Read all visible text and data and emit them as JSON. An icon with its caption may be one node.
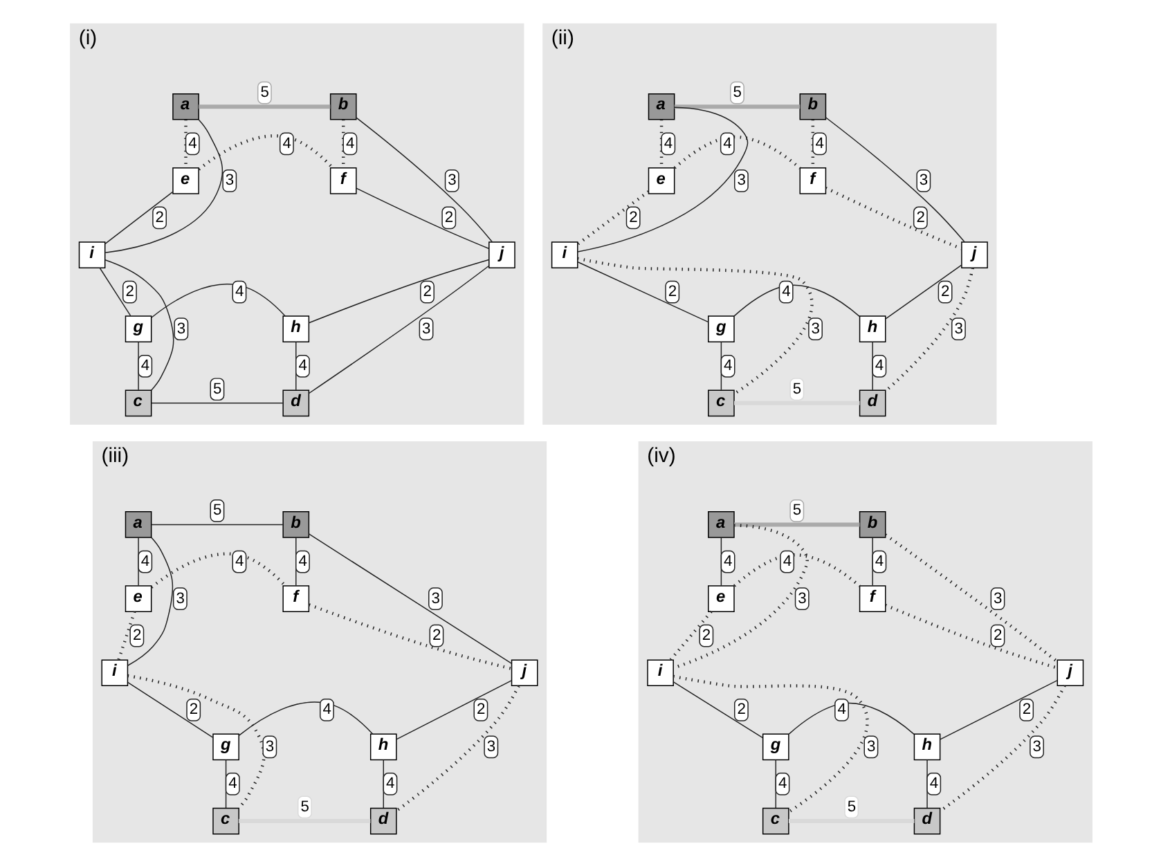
{
  "diagram": {
    "nodes": [
      {
        "text": [
          "(i)"
        ]
      },
      {
        "text": [
          "a"
        ],
        "in": 0
      },
      {
        "text": [
          "b"
        ],
        "in": 0
      },
      {
        "text": [
          "e"
        ],
        "in": 0
      },
      {
        "text": [
          "f"
        ],
        "in": 0
      },
      {
        "text": [
          "i"
        ],
        "in": 0
      },
      {
        "text": [
          "j"
        ],
        "in": 0
      },
      {
        "text": [
          "g"
        ],
        "in": 0
      },
      {
        "text": [
          "h"
        ],
        "in": 0
      },
      {
        "text": [
          "c"
        ],
        "in": 0
      },
      {
        "text": [
          "d"
        ],
        "in": 0
      },
      {
        "text": [
          "(ii)"
        ]
      },
      {
        "text": [
          "a"
        ],
        "in": 11
      },
      {
        "text": [
          "b"
        ],
        "in": 11
      },
      {
        "text": [
          "e"
        ],
        "in": 11
      },
      {
        "text": [
          "f"
        ],
        "in": 11
      },
      {
        "text": [
          "i"
        ],
        "in": 11
      },
      {
        "text": [
          "j"
        ],
        "in": 11
      },
      {
        "text": [
          "g"
        ],
        "in": 11
      },
      {
        "text": [
          "h"
        ],
        "in": 11
      },
      {
        "text": [
          "c"
        ],
        "in": 11
      },
      {
        "text": [
          "d"
        ],
        "in": 11
      },
      {
        "text": [
          "(iii)"
        ]
      },
      {
        "text": [
          "a"
        ],
        "in": 22
      },
      {
        "text": [
          "b"
        ],
        "in": 22
      },
      {
        "text": [
          "e"
        ],
        "in": 22
      },
      {
        "text": [
          "f"
        ],
        "in": 22
      },
      {
        "text": [
          "i"
        ],
        "in": 22
      },
      {
        "text": [
          "j"
        ],
        "in": 22
      },
      {
        "text": [
          "g"
        ],
        "in": 22
      },
      {
        "text": [
          "h"
        ],
        "in": 22
      },
      {
        "text": [
          "c"
        ],
        "in": 22
      },
      {
        "text": [
          "d"
        ],
        "in": 22
      },
      {
        "text": [
          "(iv)"
        ]
      },
      {
        "text": [
          "a"
        ],
        "in": 33
      },
      {
        "text": [
          "b"
        ],
        "in": 33
      },
      {
        "text": [
          "e"
        ],
        "in": 33
      },
      {
        "text": [
          "f"
        ],
        "in": 33
      },
      {
        "text": [
          "i"
        ],
        "in": 33
      },
      {
        "text": [
          "j"
        ],
        "in": 33
      },
      {
        "text": [
          "g"
        ],
        "in": 33
      },
      {
        "text": [
          "h"
        ],
        "in": 33
      },
      {
        "text": [
          "c"
        ],
        "in": 33
      },
      {
        "text": [
          "d"
        ],
        "in": 33
      }
    ],
    "edges": [
      {
        "from": 1,
        "to": 2,
        "arrow": "none",
        "label": "5",
        "style": "thick",
        "color": "#aaaaaa"
      },
      {
        "from": 1,
        "to": 5,
        "arrow": "none",
        "label": "3"
      },
      {
        "from": 1,
        "to": 3,
        "arrow": "none",
        "label": "4",
        "style": "dashed"
      },
      {
        "from": 2,
        "to": 4,
        "arrow": "none",
        "label": "4",
        "style": "dashed"
      },
      {
        "from": 2,
        "to": 6,
        "arrow": "none",
        "label": "3"
      },
      {
        "from": 3,
        "to": 5,
        "arrow": "none",
        "label": "2"
      },
      {
        "from": 3,
        "to": 4,
        "arrow": "none",
        "label": "4",
        "style": "dashed"
      },
      {
        "from": 4,
        "to": 6,
        "arrow": "none",
        "label": "2"
      },
      {
        "from": 5,
        "to": 7,
        "arrow": "none",
        "label": "2"
      },
      {
        "from": 7,
        "to": 8,
        "arrow": "none",
        "label": "4"
      },
      {
        "from": 6,
        "to": 8,
        "arrow": "none",
        "label": "2"
      },
      {
        "from": 7,
        "to": 9,
        "arrow": "none",
        "label": "4"
      },
      {
        "from": 8,
        "to": 10,
        "arrow": "none",
        "label": "4"
      },
      {
        "from": 5,
        "to": 9,
        "arrow": "none",
        "label": "3"
      },
      {
        "from": 9,
        "to": 10,
        "arrow": "none",
        "label": "5"
      },
      {
        "from": 6,
        "to": 10,
        "arrow": "none",
        "label": "3"
      },
      {
        "from": 12,
        "to": 13,
        "arrow": "none",
        "label": "5",
        "style": "thick",
        "color": "#aaaaaa"
      },
      {
        "from": 12,
        "to": 16,
        "arrow": "none",
        "label": "3"
      },
      {
        "from": 12,
        "to": 14,
        "arrow": "none",
        "label": "4",
        "style": "dashed"
      },
      {
        "from": 13,
        "to": 15,
        "arrow": "none",
        "label": "4",
        "style": "dashed"
      },
      {
        "from": 13,
        "to": 17,
        "arrow": "none",
        "label": "3"
      },
      {
        "from": 14,
        "to": 16,
        "arrow": "none",
        "label": "2",
        "style": "dashed"
      },
      {
        "from": 14,
        "to": 15,
        "arrow": "none",
        "label": "4",
        "style": "dashed"
      },
      {
        "from": 15,
        "to": 17,
        "arrow": "none",
        "label": "2",
        "style": "dashed"
      },
      {
        "from": 16,
        "to": 18,
        "arrow": "none",
        "label": "2"
      },
      {
        "from": 18,
        "to": 19,
        "arrow": "none",
        "label": "4"
      },
      {
        "from": 17,
        "to": 19,
        "arrow": "none",
        "label": "2"
      },
      {
        "from": 18,
        "to": 20,
        "arrow": "none",
        "label": "4"
      },
      {
        "from": 19,
        "to": 21,
        "arrow": "none",
        "label": "4"
      },
      {
        "from": 16,
        "to": 20,
        "arrow": "none",
        "label": "3",
        "style": "dashed"
      },
      {
        "from": 20,
        "to": 21,
        "arrow": "none",
        "label": "5",
        "style": "thick",
        "color": "#d9d9d9"
      },
      {
        "from": 17,
        "to": 21,
        "arrow": "none",
        "label": "3",
        "style": "dashed"
      },
      {
        "from": 23,
        "to": 24,
        "arrow": "none",
        "label": "5"
      },
      {
        "from": 23,
        "to": 27,
        "arrow": "none",
        "label": "3"
      },
      {
        "from": 23,
        "to": 25,
        "arrow": "none",
        "label": "4"
      },
      {
        "from": 24,
        "to": 26,
        "arrow": "none",
        "label": "4"
      },
      {
        "from": 24,
        "to": 28,
        "arrow": "none",
        "label": "3"
      },
      {
        "from": 25,
        "to": 27,
        "arrow": "none",
        "label": "2",
        "style": "dashed"
      },
      {
        "from": 25,
        "to": 26,
        "arrow": "none",
        "label": "4",
        "style": "dashed"
      },
      {
        "from": 26,
        "to": 28,
        "arrow": "none",
        "label": "2",
        "style": "dashed"
      },
      {
        "from": 27,
        "to": 29,
        "arrow": "none",
        "label": "2"
      },
      {
        "from": 29,
        "to": 30,
        "arrow": "none",
        "label": "4"
      },
      {
        "from": 28,
        "to": 30,
        "arrow": "none",
        "label": "2"
      },
      {
        "from": 29,
        "to": 31,
        "arrow": "none",
        "label": "4"
      },
      {
        "from": 30,
        "to": 32,
        "arrow": "none",
        "label": "4"
      },
      {
        "from": 27,
        "to": 31,
        "arrow": "none",
        "label": "3",
        "style": "dashed"
      },
      {
        "from": 31,
        "to": 32,
        "arrow": "none",
        "label": "5",
        "style": "thick",
        "color": "#d9d9d9"
      },
      {
        "from": 28,
        "to": 32,
        "arrow": "none",
        "label": "3",
        "style": "dashed"
      },
      {
        "from": 34,
        "to": 35,
        "arrow": "none",
        "label": "5",
        "style": "thick",
        "color": "#aaaaaa"
      },
      {
        "from": 34,
        "to": 38,
        "arrow": "none",
        "label": "3",
        "style": "dashed"
      },
      {
        "from": 34,
        "to": 36,
        "arrow": "none",
        "label": "4"
      },
      {
        "from": 35,
        "to": 37,
        "arrow": "none",
        "label": "4"
      },
      {
        "from": 35,
        "to": 39,
        "arrow": "none",
        "label": "3",
        "style": "dashed"
      },
      {
        "from": 36,
        "to": 38,
        "arrow": "none",
        "label": "2",
        "style": "dashed"
      },
      {
        "from": 36,
        "to": 37,
        "arrow": "none",
        "label": "4",
        "style": "dashed"
      },
      {
        "from": 37,
        "to": 39,
        "arrow": "none",
        "label": "2",
        "style": "dashed"
      },
      {
        "from": 38,
        "to": 40,
        "arrow": "none",
        "label": "2"
      },
      {
        "from": 40,
        "to": 41,
        "arrow": "none",
        "label": "4"
      },
      {
        "from": 39,
        "to": 41,
        "arrow": "none",
        "label": "2"
      },
      {
        "from": 40,
        "to": 42,
        "arrow": "none",
        "label": "4"
      },
      {
        "from": 41,
        "to": 43,
        "arrow": "none",
        "label": "4"
      },
      {
        "from": 38,
        "to": 42,
        "arrow": "none",
        "label": "3",
        "style": "dashed"
      },
      {
        "from": 42,
        "to": 43,
        "arrow": "none",
        "label": "5",
        "style": "thick",
        "color": "#d9d9d9"
      },
      {
        "from": 39,
        "to": 43,
        "arrow": "none",
        "label": "3",
        "style": "dashed"
      }
    ]
  }
}
